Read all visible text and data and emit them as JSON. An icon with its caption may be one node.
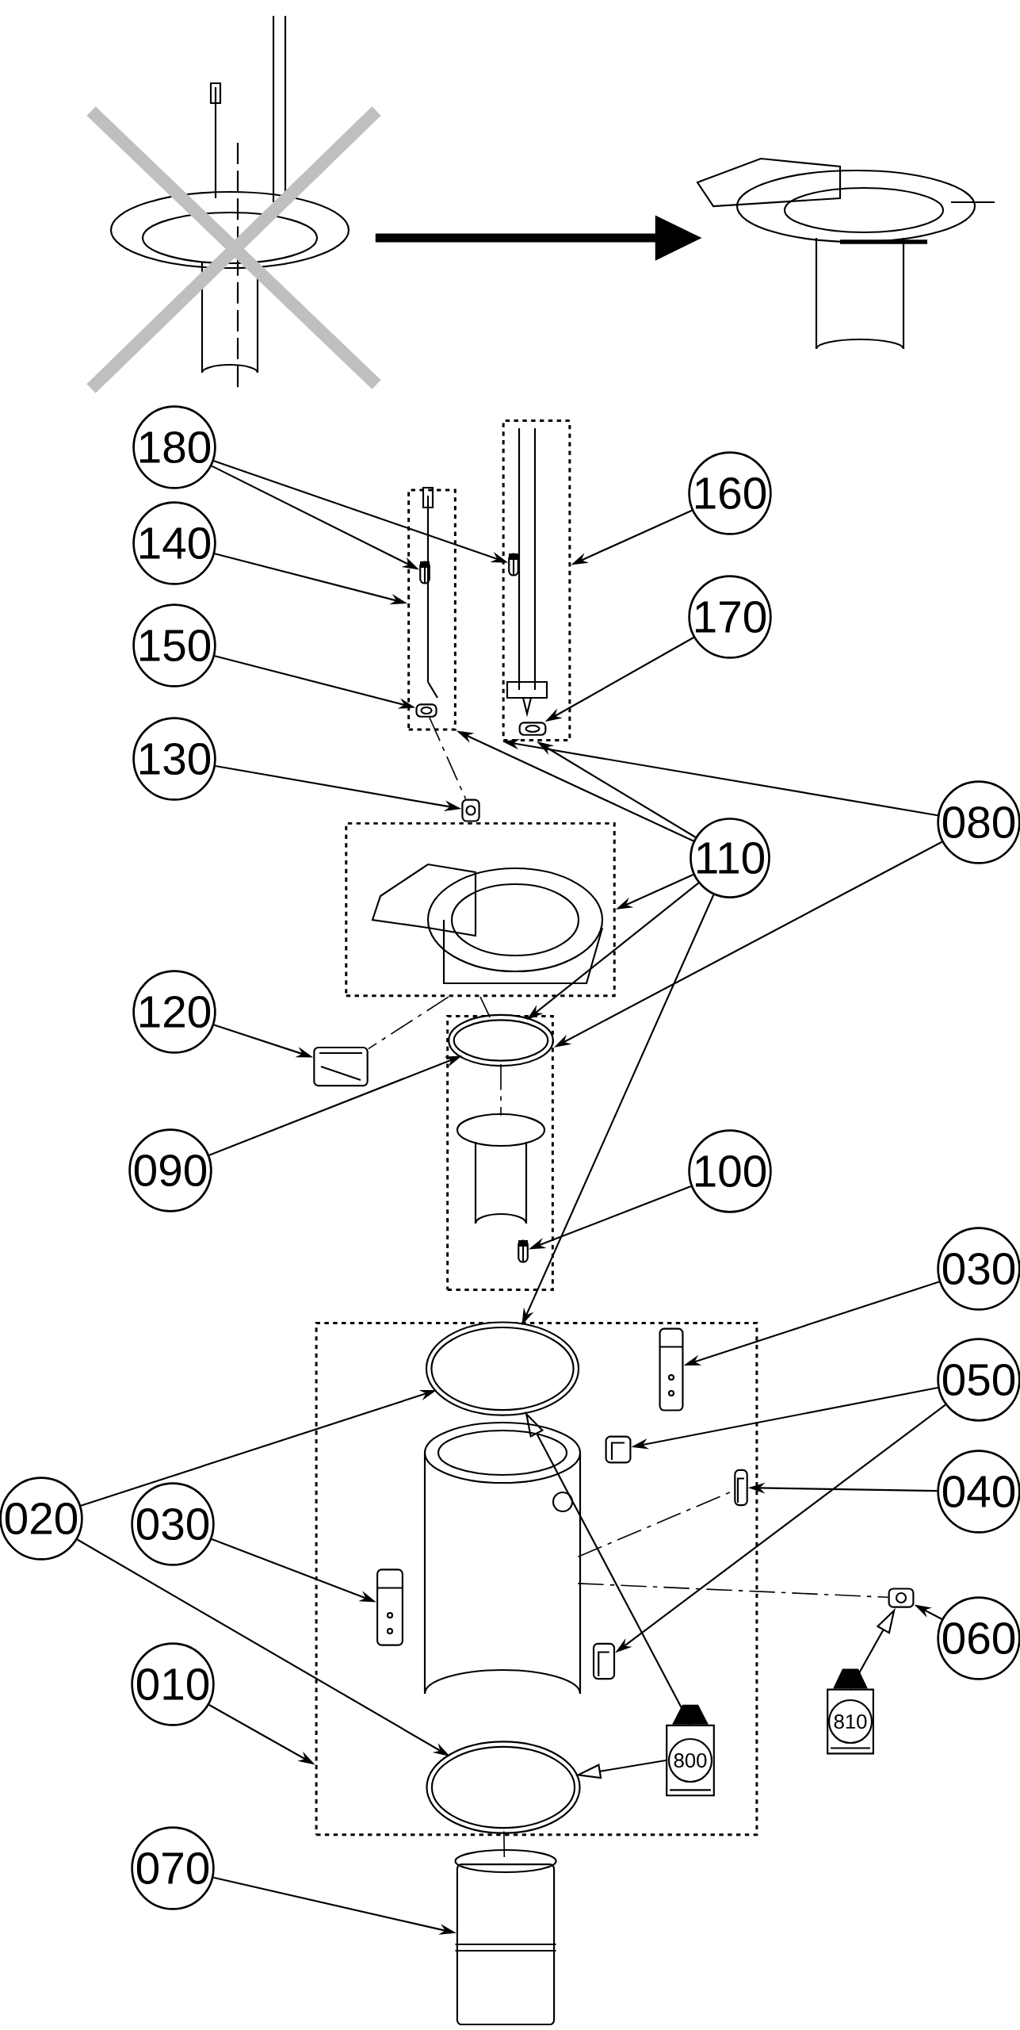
{
  "diagram": {
    "nodes": [
      {
        "text": [],
        "shape": "picture"
      },
      {
        "text": [],
        "shape": "picture"
      },
      {
        "text": [
          "180"
        ]
      },
      {
        "text": [],
        "shape": "box"
      },
      {
        "text": [],
        "shape": "box"
      },
      {
        "text": [],
        "shape": "picture",
        "in": 3
      },
      {
        "text": [],
        "shape": "picture",
        "in": 4
      },
      {
        "text": [
          "160"
        ]
      },
      {
        "text": [
          "140"
        ]
      },
      {
        "text": [
          "170"
        ]
      },
      {
        "text": [],
        "shape": "picture",
        "in": 4
      },
      {
        "text": [
          "150"
        ]
      },
      {
        "text": [],
        "shape": "picture",
        "in": 3
      },
      {
        "text": [
          "130"
        ]
      },
      {
        "text": [],
        "shape": "picture"
      },
      {
        "text": [
          "080"
        ]
      },
      {
        "text": [
          "110"
        ]
      },
      {
        "text": [],
        "shape": "box"
      },
      {
        "text": [
          "120"
        ]
      },
      {
        "text": [],
        "shape": "picture"
      },
      {
        "text": [],
        "shape": "box"
      },
      {
        "text": [],
        "shape": "circle",
        "in": 20
      },
      {
        "text": [
          "090"
        ]
      },
      {
        "text": [
          "100"
        ]
      },
      {
        "text": [],
        "shape": "picture",
        "in": 20
      },
      {
        "text": [],
        "shape": "box"
      },
      {
        "text": [
          "030"
        ]
      },
      {
        "text": [],
        "shape": "picture",
        "in": 25
      },
      {
        "text": [
          "050"
        ]
      },
      {
        "text": [],
        "shape": "picture",
        "in": 25
      },
      {
        "text": [
          "040"
        ]
      },
      {
        "text": [],
        "shape": "picture",
        "in": 25
      },
      {
        "text": [
          "020"
        ]
      },
      {
        "text": [],
        "shape": "circle",
        "in": 25
      },
      {
        "text": [
          "030"
        ]
      },
      {
        "text": [],
        "shape": "picture",
        "in": 25
      },
      {
        "text": [],
        "shape": "picture",
        "in": 25
      },
      {
        "text": [
          "060"
        ]
      },
      {
        "text": [],
        "shape": "picture"
      },
      {
        "text": [
          "010"
        ]
      },
      {
        "text": [
          "800"
        ],
        "in": 25
      },
      {
        "text": [],
        "shape": "circle",
        "in": 25
      },
      {
        "text": [
          "810"
        ]
      },
      {
        "text": [
          "070"
        ]
      },
      {
        "text": [],
        "shape": "picture"
      },
      {
        "text": [],
        "shape": "cylinder",
        "in": 25
      },
      {
        "text": [],
        "shape": "cylinder",
        "in": 20
      }
    ],
    "edges": [
      {
        "from": 0,
        "to": 1,
        "arrow": "to",
        "style": "thick"
      },
      {
        "from": 2,
        "to": 5,
        "arrow": "to"
      },
      {
        "from": 2,
        "to": 6,
        "arrow": "to"
      },
      {
        "from": 7,
        "to": 4,
        "arrow": "to"
      },
      {
        "from": 8,
        "to": 3,
        "arrow": "to"
      },
      {
        "from": 9,
        "to": 10,
        "arrow": "to"
      },
      {
        "from": 11,
        "to": 12,
        "arrow": "to"
      },
      {
        "from": 13,
        "to": 14,
        "arrow": "to"
      },
      {
        "from": 15,
        "to": 4,
        "arrow": "to"
      },
      {
        "from": 15,
        "to": 20,
        "arrow": "to"
      },
      {
        "from": 16,
        "to": 3,
        "arrow": "to"
      },
      {
        "from": 16,
        "to": 4,
        "arrow": "to"
      },
      {
        "from": 16,
        "to": 17,
        "arrow": "to"
      },
      {
        "from": 16,
        "to": 21,
        "arrow": "to"
      },
      {
        "from": 16,
        "to": 33,
        "arrow": "to"
      },
      {
        "from": 18,
        "to": 19,
        "arrow": "to"
      },
      {
        "from": 22,
        "to": 21,
        "arrow": "to"
      },
      {
        "from": 23,
        "to": 24,
        "arrow": "to"
      },
      {
        "from": 26,
        "to": 27,
        "arrow": "to"
      },
      {
        "from": 28,
        "to": 29,
        "arrow": "to"
      },
      {
        "from": 28,
        "to": 36,
        "arrow": "to"
      },
      {
        "from": 30,
        "to": 31,
        "arrow": "to"
      },
      {
        "from": 32,
        "to": 33,
        "arrow": "to"
      },
      {
        "from": 32,
        "to": 41,
        "arrow": "to"
      },
      {
        "from": 34,
        "to": 35,
        "arrow": "to"
      },
      {
        "from": 37,
        "to": 38,
        "arrow": "to"
      },
      {
        "from": 39,
        "to": 25,
        "arrow": "to"
      },
      {
        "from": 40,
        "to": 33,
        "arrow": "to"
      },
      {
        "from": 40,
        "to": 41,
        "arrow": "to"
      },
      {
        "from": 42,
        "to": 38,
        "arrow": "to"
      },
      {
        "from": 43,
        "to": 44,
        "arrow": "to"
      },
      {
        "from": 12,
        "to": 14,
        "arrow": "none",
        "style": "dashed"
      },
      {
        "from": 17,
        "to": 19,
        "arrow": "none",
        "style": "dashed"
      },
      {
        "from": 17,
        "to": 21,
        "arrow": "none",
        "style": "dashed"
      },
      {
        "from": 21,
        "to": 46,
        "arrow": "none",
        "style": "dashed"
      },
      {
        "from": 45,
        "to": 31,
        "arrow": "none",
        "style": "dashed"
      },
      {
        "from": 45,
        "to": 38,
        "arrow": "none",
        "style": "dashed"
      },
      {
        "from": 41,
        "to": 44,
        "arrow": "none",
        "style": "dashed"
      }
    ]
  }
}
